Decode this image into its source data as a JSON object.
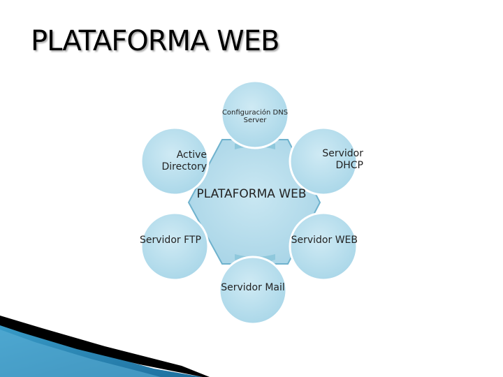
{
  "title": "PLATAFORMA WEB",
  "hub": {
    "label": "PLATAFORMA WEB"
  },
  "nodes": [
    {
      "id": "dns",
      "label": "Configuración DNS Server"
    },
    {
      "id": "dhcp",
      "label": "Servidor DHCP"
    },
    {
      "id": "web",
      "label": "Servidor WEB"
    },
    {
      "id": "mail",
      "label": "Servidor Mail"
    },
    {
      "id": "ftp",
      "label": "Servidor FTP"
    },
    {
      "id": "ad",
      "label": "Active Directory"
    }
  ],
  "colors": {
    "node_fill": "#bde3ef",
    "node_stroke": "#ffffff",
    "hub_fill": "#b7ddec",
    "hub_stroke": "#6fb2cd",
    "connector_fill": "#8fc8dc",
    "accent_dark": "#000000",
    "accent_blue": "#1f7fb0"
  }
}
